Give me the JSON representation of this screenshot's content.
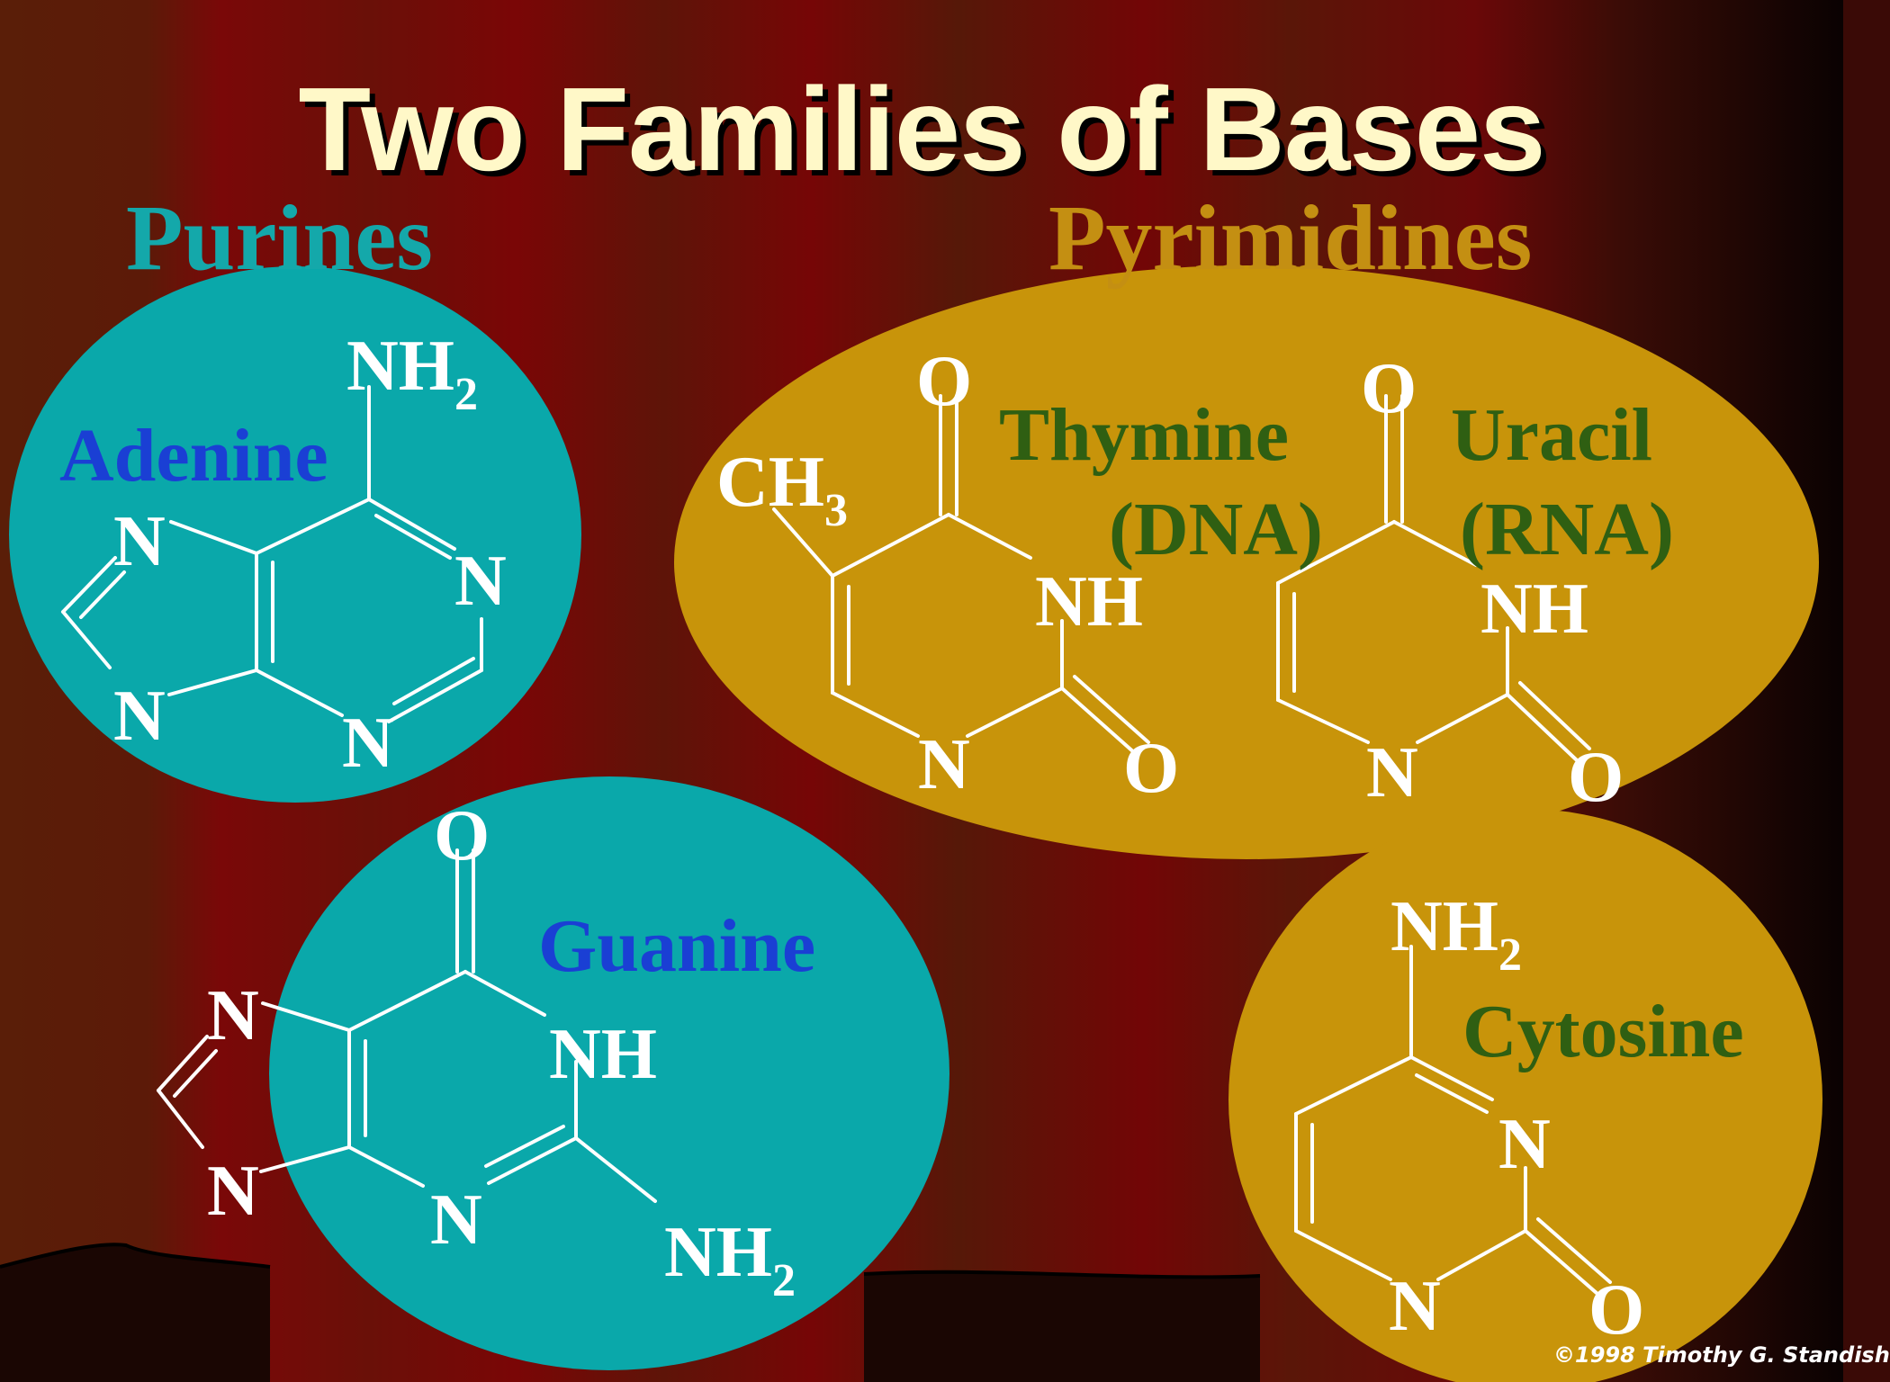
{
  "slide": {
    "title": "Two Families of Bases",
    "families": [
      {
        "label": "Purines",
        "color": "#14a8aa"
      },
      {
        "label": "Pyrimidines",
        "color": "#c48f12"
      }
    ],
    "bases": {
      "adenine": {
        "name": "Adenine"
      },
      "guanine": {
        "name": "Guanine"
      },
      "thymine": {
        "name": "Thymine",
        "note": "(DNA)"
      },
      "uracil": {
        "name": "Uracil",
        "note": "(RNA)"
      },
      "cytosine": {
        "name": "Cytosine"
      }
    },
    "atoms": {
      "nh2_main": "NH",
      "nh2_sub": "2",
      "ch3_main": "CH",
      "ch3_sub": "3",
      "n": "N",
      "nh": "NH",
      "o": "O"
    },
    "copyright": "©1998 Timothy G. Standish"
  },
  "colors": {
    "purine_fill": "#0aa8aa",
    "pyrimidine_fill": "#c8940a",
    "purine_name": "#1a3fd4",
    "pyrimidine_name": "#2f5f12",
    "title_text": "#fff8c8",
    "bond": "#ffffff"
  }
}
